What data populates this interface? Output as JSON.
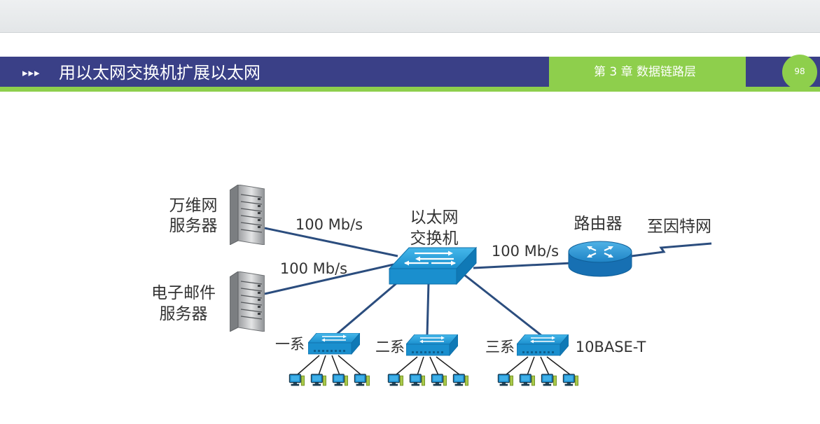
{
  "header": {
    "arrows": "▸▸▸",
    "title": "用以太网交换机扩展以太网",
    "chapter": "第 3 章  数据链路层",
    "page_number": "98"
  },
  "diagram": {
    "web_server": {
      "line1": "万维网",
      "line2": "服务器",
      "icon": "server-icon"
    },
    "mail_server": {
      "line1": "电子邮件",
      "line2": "服务器",
      "icon": "server-icon"
    },
    "ethernet_switch": {
      "line1": "以太网",
      "line2": "交换机",
      "icon": "switch-icon"
    },
    "router": {
      "label": "路由器",
      "icon": "router-icon"
    },
    "internet": {
      "label": "至因特网"
    },
    "link_web": "100 Mb/s",
    "link_mail": "100 Mb/s",
    "link_router": "100 Mb/s",
    "dept1": {
      "label": "一系"
    },
    "dept2": {
      "label": "二系"
    },
    "dept3": {
      "label": "三系"
    },
    "standard": "10BASE-T"
  },
  "colors": {
    "header_bg": "#3a4087",
    "accent_green": "#8ecf4c",
    "link_line": "#2b4d7e",
    "switch_blue": "#1f9bd7",
    "router_blue": "#2a8fd0"
  }
}
